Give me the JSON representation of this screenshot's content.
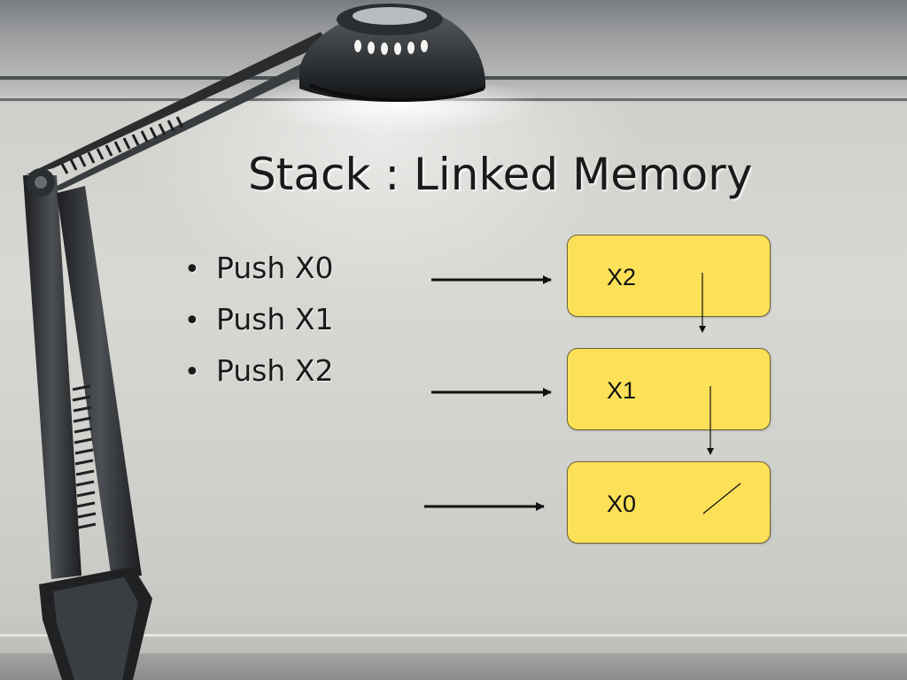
{
  "slide": {
    "title": "Stack : Linked Memory",
    "bullet_symbol": "•",
    "bullets": [
      "Push X0",
      "Push X1",
      "Push X2"
    ]
  },
  "diagram": {
    "nodes": [
      {
        "label": "X2",
        "next": "X1"
      },
      {
        "label": "X1",
        "next": "X0"
      },
      {
        "label": "X0",
        "next": null
      }
    ]
  },
  "colors": {
    "node_fill": "#fbe058",
    "node_border": "#6b6330",
    "arrow": "#111111",
    "text": "#1a1a1a"
  },
  "icons": {
    "lamp": "desk-lamp-illustration"
  }
}
